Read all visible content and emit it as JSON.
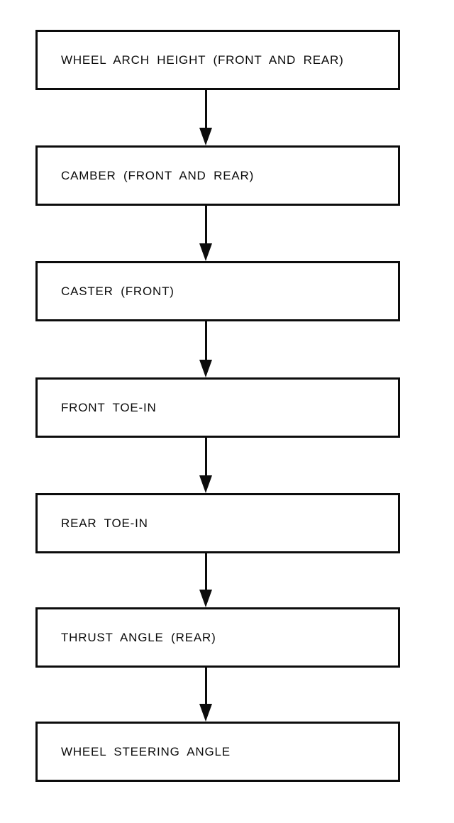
{
  "flowchart": {
    "connector_icon": "arrow-down-icon",
    "colors": {
      "ink": "#0c0c0c",
      "paper": "#ffffff"
    },
    "steps": [
      {
        "label": "WHEEL ARCH HEIGHT (FRONT AND REAR)"
      },
      {
        "label": "CAMBER (FRONT AND REAR)"
      },
      {
        "label": "CASTER (FRONT)"
      },
      {
        "label": "FRONT TOE-IN"
      },
      {
        "label": "REAR TOE-IN"
      },
      {
        "label": "THRUST ANGLE (REAR)"
      },
      {
        "label": "WHEEL STEERING ANGLE"
      }
    ]
  }
}
